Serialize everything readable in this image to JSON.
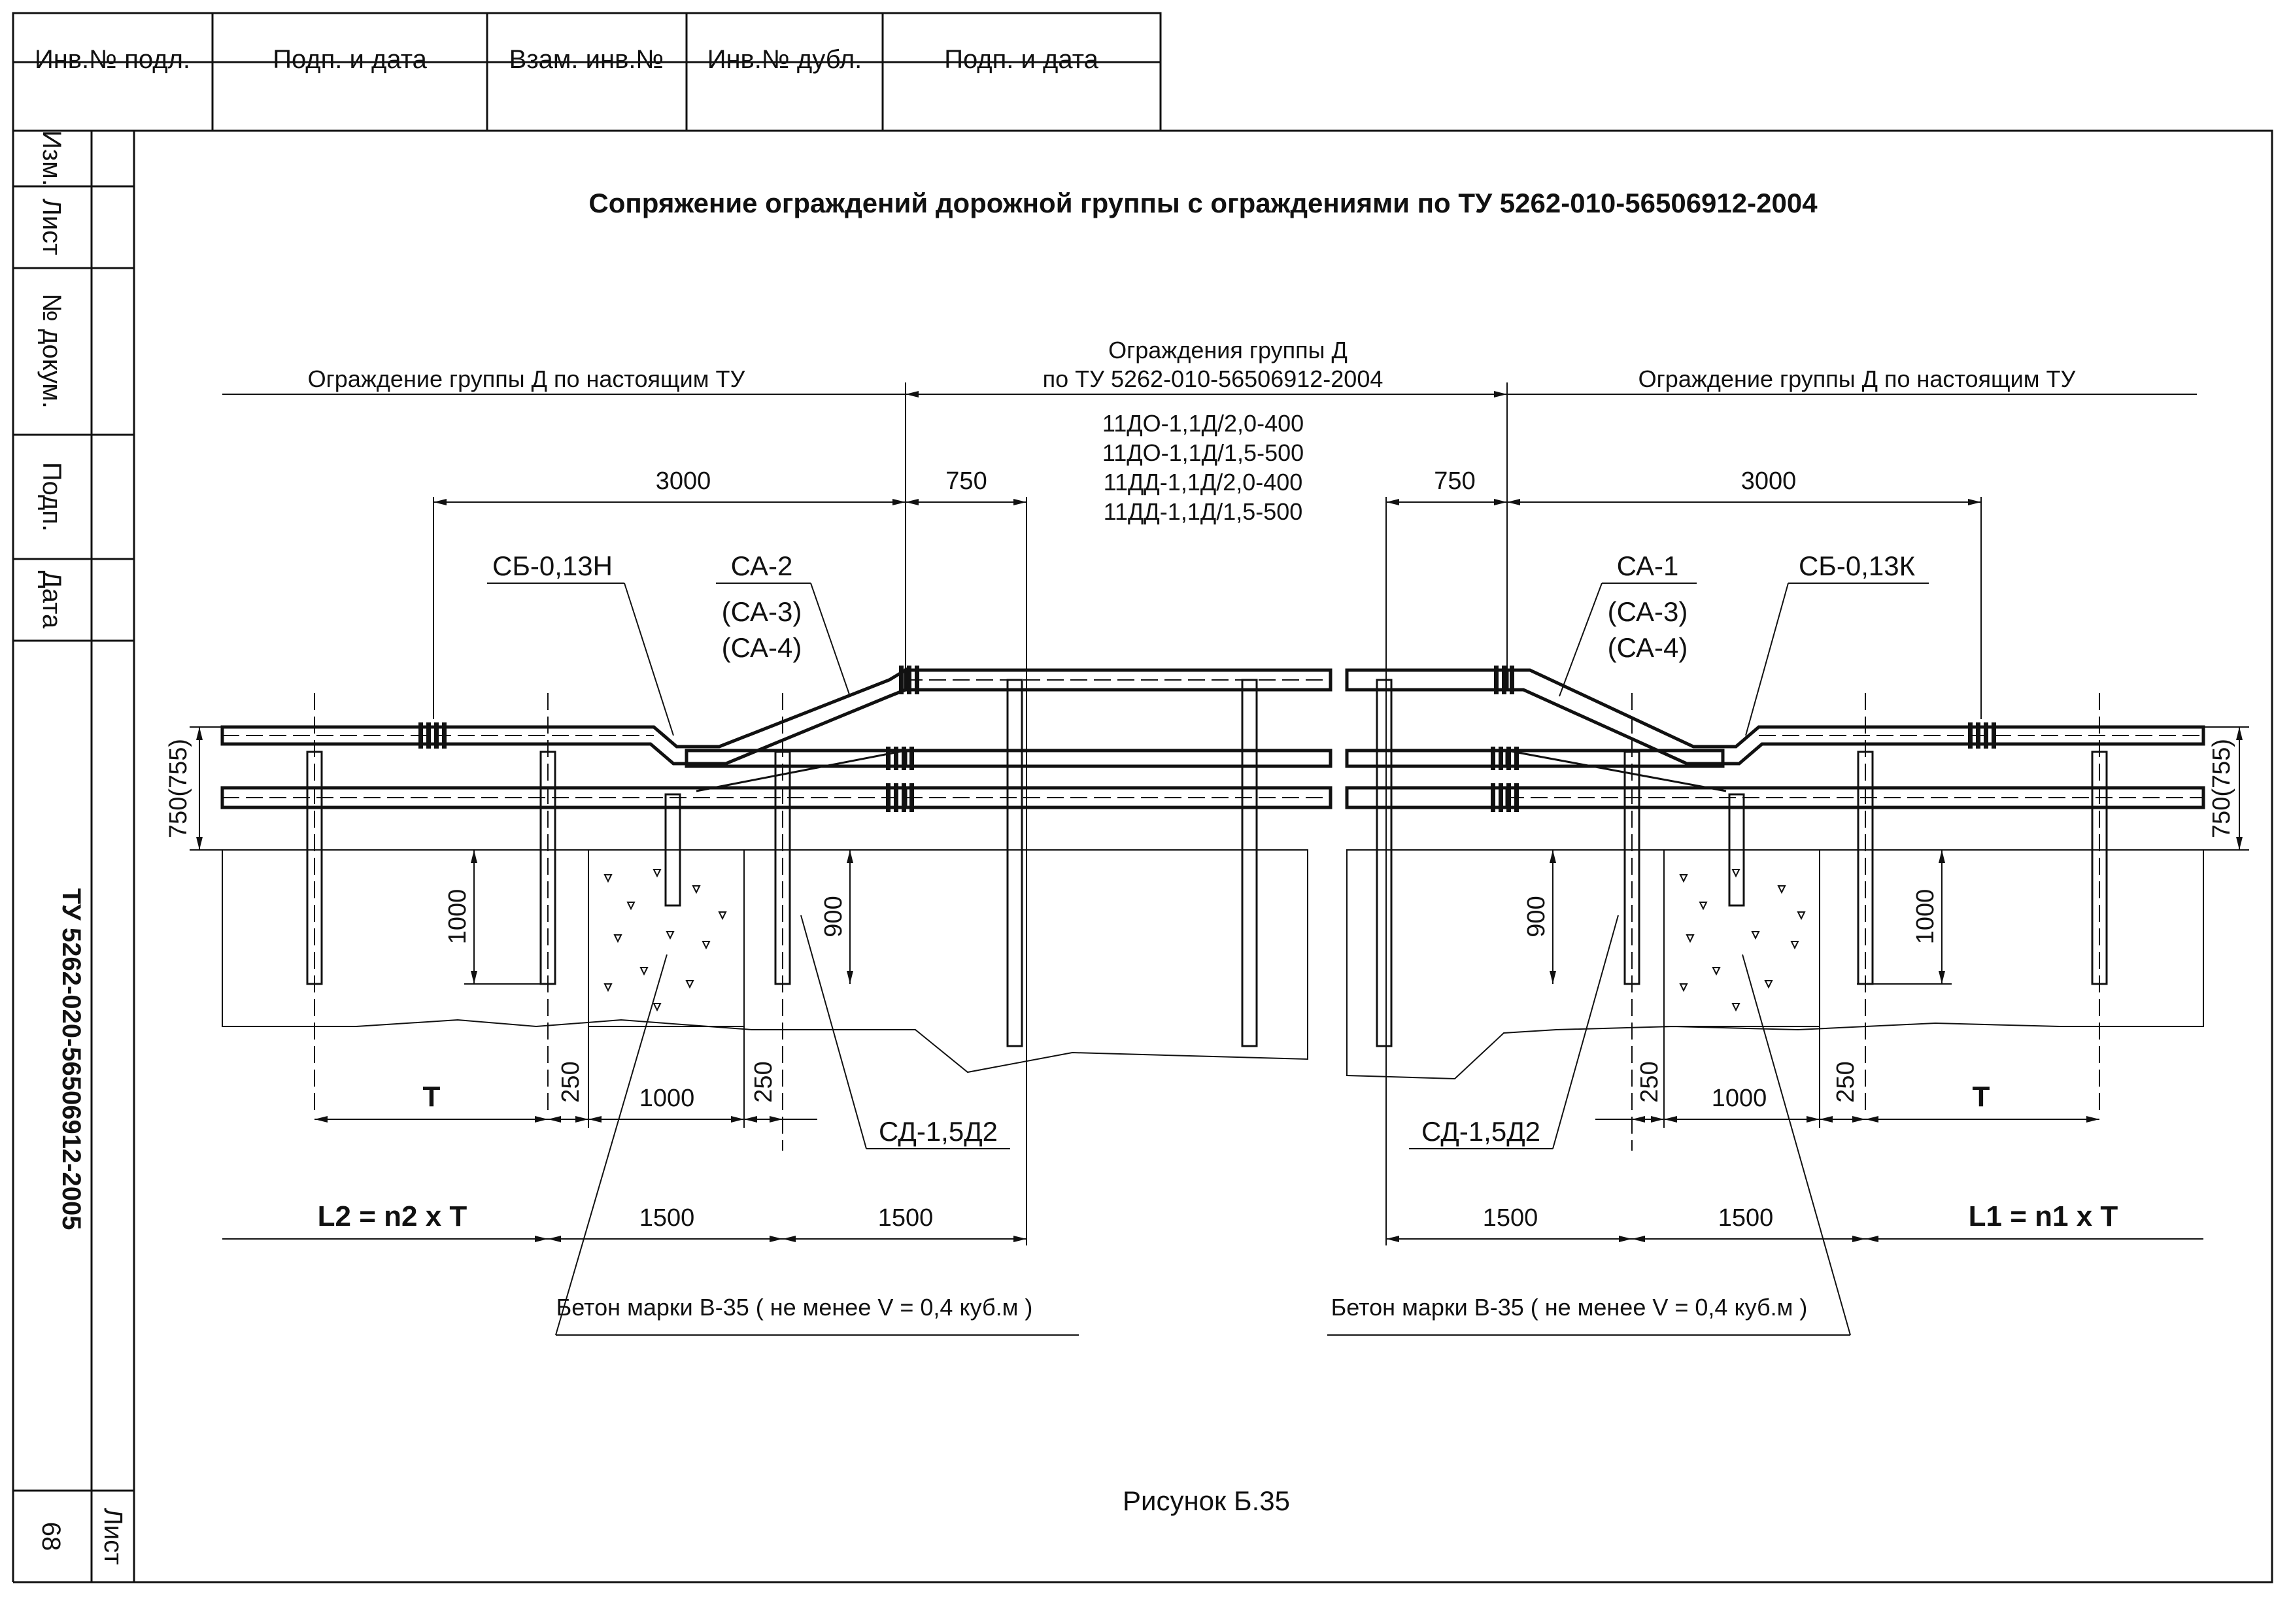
{
  "stamp_top": {
    "cols": [
      "Инв.№ подл.",
      "Подп. и дата",
      "Взам. инв.№",
      "Инв.№ дубл.",
      "Подп. и дата"
    ]
  },
  "stamp_left": {
    "rows": [
      "Изм.",
      "Лист",
      "№ докум.",
      "Подп.",
      "Дата"
    ]
  },
  "document_code": "ТУ 5262-020-56506912-2005",
  "sheet_label": "Лист",
  "sheet_number": "68",
  "title": "Сопряжение ограждений дорожной группы с ограждениями по ТУ 5262-010-56506912-2004",
  "zones": {
    "left": "Ограждение группы Д по настоящим ТУ",
    "center_line1": "Ограждения группы Д",
    "center_line2": "по  ТУ 5262-010-56506912-2004",
    "right": "Ограждение группы Д по настоящим ТУ"
  },
  "center_types": [
    "11ДО-1,1Д/2,0-400",
    "11ДО-1,1Д/1,5-500",
    "11ДД-1,1Д/2,0-400",
    "11ДД-1,1Д/1,5-500"
  ],
  "parts": {
    "sb_left": "СБ-0,13Н",
    "sa2": "СА-2",
    "sa3_left": "(СА-3)",
    "sa4_left": "(СА-4)",
    "sa1": "СА-1",
    "sa3_right": "(СА-3)",
    "sa4_right": "(СА-4)",
    "sb_right": "СБ-0,13К",
    "sd_left": "СД-1,5Д2",
    "sd_right": "СД-1,5Д2"
  },
  "dims": {
    "top_left_3000": "3000",
    "top_left_750": "750",
    "top_right_750": "750",
    "top_right_3000": "3000",
    "height_left": "750(755)",
    "height_right": "750(755)",
    "depth_left_1000": "1000",
    "depth_left_900": "900",
    "depth_right_900": "900",
    "depth_right_1000": "1000",
    "l_T": "T",
    "l_250a": "250",
    "l_1000": "1000",
    "l_250b": "250",
    "r_250a": "250",
    "r_1000": "1000",
    "r_250b": "250",
    "r_T": "T",
    "l_L2": "L2 = n2 x T",
    "l_1500a": "1500",
    "l_1500b": "1500",
    "r_1500a": "1500",
    "r_1500b": "1500",
    "r_L1": "L1 = n1 x T"
  },
  "concrete_left": "Бетон марки В-35 ( не менее V = 0,4 куб.м )",
  "concrete_right": "Бетон марки В-35 ( не менее V = 0,4 куб.м )",
  "figure_caption": "Рисунок Б.35"
}
